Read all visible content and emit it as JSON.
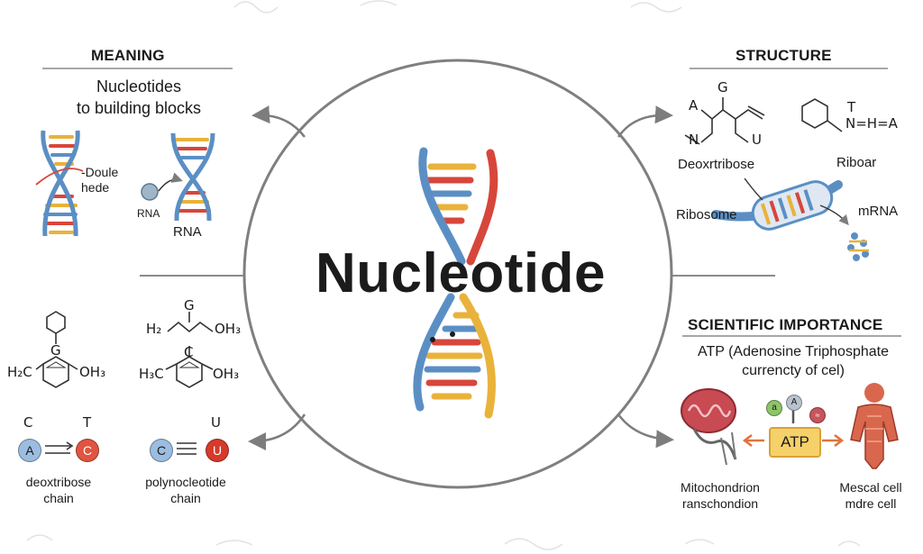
{
  "title": "Nucleotide",
  "meaning": {
    "heading": "MEANING",
    "subtitle_line1": "Nucleotides",
    "subtitle_line2": "to building blocks",
    "dna_label_line1": "-Doule",
    "dna_label_line2": "hede",
    "rna_small_label": "RNA",
    "rna_label": "RNA"
  },
  "structure": {
    "heading": "STRUCTURE",
    "chem_g": "G",
    "chem_a": "A",
    "chem_n": "N",
    "chem_u": "U",
    "deoxyribose_label": "Deoxrtribose",
    "ribo_t": "T",
    "ribo_nha": "N=H=A",
    "ribo_label": "Riboar",
    "ribosome_label": "Ribosome",
    "mrna_label": "mRNA"
  },
  "bases": {
    "ring1_top": "G",
    "ring1_left": "H₂C",
    "ring1_right": "OH₃",
    "chain_g": "G",
    "chain_h2": "H₂",
    "chain_oh3": "OH₃",
    "ring2_top": "C",
    "ring2_left": "H₃C",
    "ring2_right": "OH₃",
    "pair1_top_left": "C",
    "pair1_top_right": "T",
    "pair1_left": "A",
    "pair1_right": "C",
    "pair1_caption_line1": "deoxtribose",
    "pair1_caption_line2": "chain",
    "pair2_top": "U",
    "pair2_left": "C",
    "pair2_right": "U",
    "pair2_caption_line1": "polynocleotide",
    "pair2_caption_line2": "chain"
  },
  "importance": {
    "heading": "SCIENTIFIC IMPORTANCE",
    "line1": "ATP (Adenosine Triphosphate",
    "line2": "currencty of cel)",
    "atp": "ATP",
    "badge1": "a",
    "badge2": "A",
    "mito_caption_line1": "Mitochondrion",
    "mito_caption_line2": "ranschondion",
    "muscle_caption_line1": "Mescal cell",
    "muscle_caption_line2": "mdre cell"
  },
  "colors": {
    "blue": "#5b8fc4",
    "red": "#d7463b",
    "yellow": "#e9b23a",
    "circle_blue": "#9bbde0",
    "circle_red": "#e05440",
    "atp": "#f6d16a",
    "line": "#8a8a8a"
  }
}
